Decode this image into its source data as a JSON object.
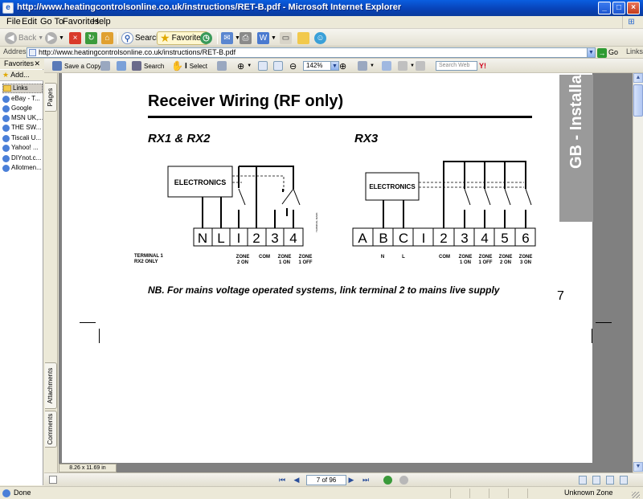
{
  "window": {
    "title": "http://www.heatingcontrolsonline.co.uk/instructions/RET-B.pdf - Microsoft Internet Explorer",
    "icon": "ie-icon",
    "controls": [
      "minimize",
      "maximize",
      "close"
    ]
  },
  "menu": [
    "File",
    "Edit",
    "Go To",
    "Favorites",
    "Help"
  ],
  "toolbar": {
    "back": "Back",
    "search": "Search",
    "favorites": "Favorites"
  },
  "address": {
    "label": "Address",
    "url": "http://www.heatingcontrolsonline.co.uk/instructions/RET-B.pdf",
    "go": "Go",
    "links": "Links"
  },
  "favorites_pane": {
    "title": "Favorites",
    "add": "Add...",
    "items": [
      "Links",
      "eBay - T...",
      "Google",
      "MSN UK,...",
      "THE SW...",
      "Tiscali U...",
      "Yahoo! ...",
      "DIYnot.c...",
      "Allotmen..."
    ]
  },
  "adobe_toolbar": {
    "save_copy": "Save a Copy",
    "search": "Search",
    "select": "Select",
    "zoom": "142%",
    "search_web": "Search Web"
  },
  "side_tabs": [
    "Pages",
    "Attachments",
    "Comments"
  ],
  "pdf": {
    "heading": "Receiver Wiring (RF only)",
    "rx12_title": "RX1 & RX2",
    "rx3_title": "RX3",
    "side_label": "GB - Installatio",
    "page_number": "7",
    "electronics": "ELECTRONICS",
    "rx12_terminals": [
      "N",
      "L",
      "I",
      "2",
      "3",
      "4"
    ],
    "rx3_terminals": [
      "A",
      "B",
      "C",
      "I",
      "2",
      "3",
      "4",
      "5",
      "6"
    ],
    "rx12_labels": {
      "terminal1": "TERMINAL 1",
      "rx2only": "RX2 ONLY",
      "zone2on": "ZONE\n2 ON",
      "com": "COM",
      "zone1on": "ZONE\n1 ON",
      "zone1off": "ZONE\n1 OFF"
    },
    "rx3_labels": {
      "n": "N",
      "l": "L",
      "com": "COM",
      "zone1on": "ZONE\n1 ON",
      "zone1off": "ZONE\n1 OFF",
      "zone2on": "ZONE\n2 ON",
      "zone3on": "ZONE\n3 ON"
    },
    "note": "NB. For mains voltage operated systems, link terminal 2 to mains live supply"
  },
  "page_size": "8.26 x 11.69 in",
  "page_nav": {
    "current": "7 of 96"
  },
  "status": {
    "text": "Done",
    "zone": "Unknown Zone"
  }
}
